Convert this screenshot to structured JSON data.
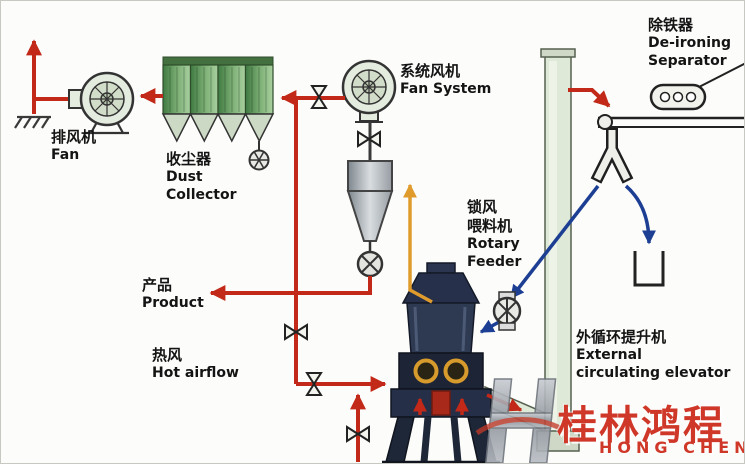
{
  "colors": {
    "airflow_red": "#c22918",
    "material_blue": "#1c3f94",
    "airflow_orange": "#e09b2d",
    "dust_collector_green": "#6fae6e",
    "elevator_green": "#dfe9d8",
    "label_text": "#141414",
    "watermark_red": "#cf3728"
  },
  "labels": {
    "exhaust_fan": {
      "zh": "排风机",
      "en": "Fan"
    },
    "dust_collector": {
      "zh": "收尘器",
      "en": "Dust\nCollector"
    },
    "fan_system": {
      "zh": "系统风机",
      "en": "Fan System"
    },
    "de_ironing_separator": {
      "zh": "除铁器",
      "en": "De-ironing\nSeparator"
    },
    "rotary_feeder": {
      "zh": "锁风\n喂料机",
      "en": "Rotary\nFeeder"
    },
    "product": {
      "zh": "产品",
      "en": "Product"
    },
    "hot_airflow": {
      "zh": "热风",
      "en": "Hot airflow"
    },
    "external_circulating_elevator": {
      "zh": "外循环提升机",
      "en": "External\ncirculating elevator"
    }
  },
  "watermark": {
    "zh": "桂林鸿程",
    "en": "HONG CHENG"
  }
}
